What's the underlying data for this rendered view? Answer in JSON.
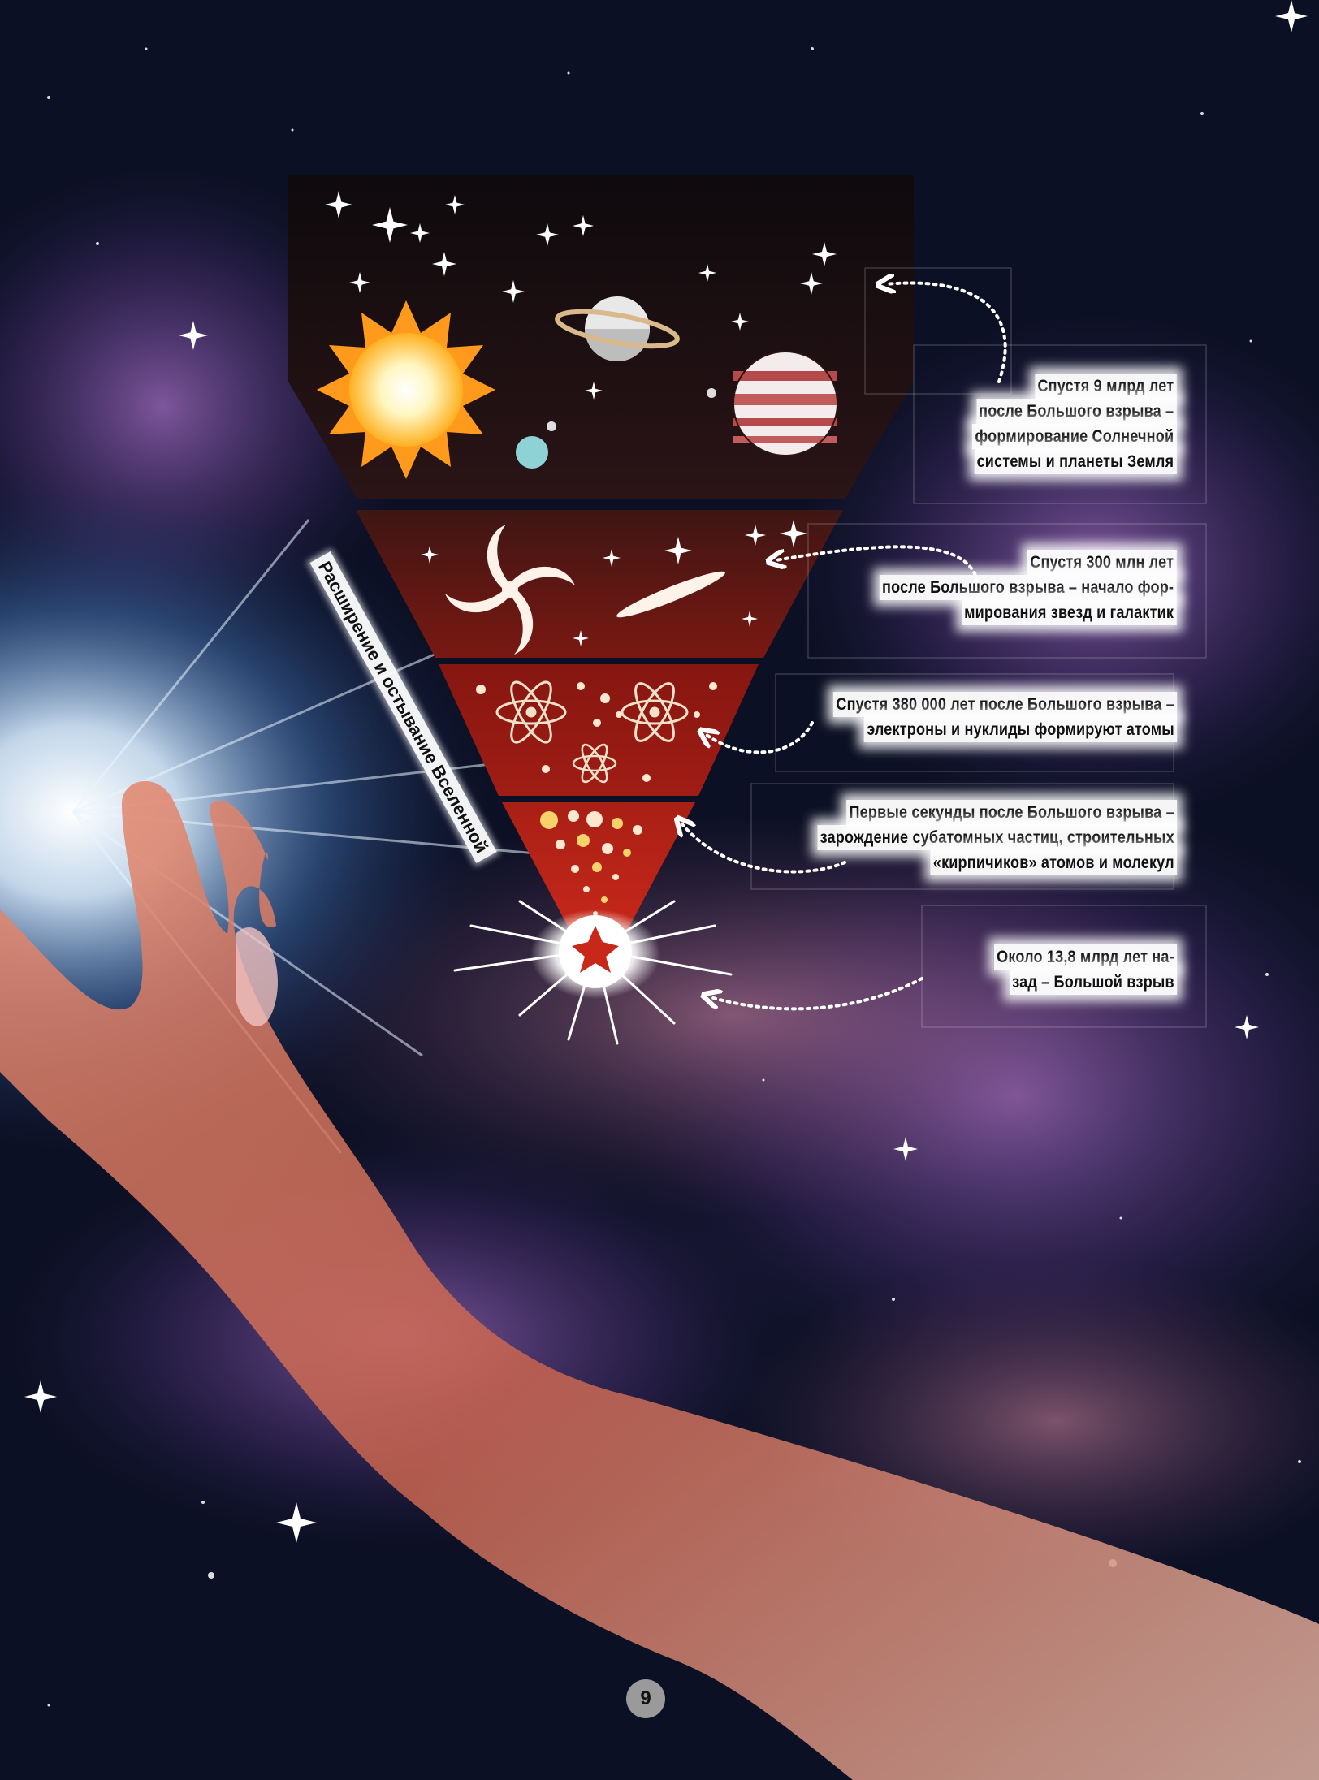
{
  "diagram": {
    "vertical_label": "Расширение и остывание Вселенной",
    "stages": [
      {
        "id": "solar-system",
        "lines": [
          "Спустя 9 млрд лет",
          "после Большого взрыва –",
          "формирование Солнечной",
          "системы и планеты Земля"
        ]
      },
      {
        "id": "stars-galaxies",
        "lines": [
          "Спустя 300 млн лет",
          "после Большого взрыва – начало фор-",
          "мирования звезд и галактик"
        ]
      },
      {
        "id": "atoms",
        "lines": [
          "Спустя 380 000 лет после Большого взрыва –",
          "электроны и нуклиды формируют атомы"
        ]
      },
      {
        "id": "particles",
        "lines": [
          "Первые секунды после Большого взрыва –",
          "зарождение субатомных частиц, строительных",
          "«кирпичиков» атомов и молекул"
        ]
      },
      {
        "id": "big-bang",
        "lines": [
          "Около 13,8 млрд лет на-",
          "зад – Большой взрыв"
        ]
      }
    ]
  },
  "page_number": "9",
  "colors": {
    "space_dark": "#0b0f22",
    "nebula_purple": "#7a4c9c",
    "glow_blue": "#cfe6ff",
    "funnel_top": "#120b0e",
    "funnel_red": "#8a1410",
    "funnel_red_light": "#b7231a",
    "sun": "#ffcf3a",
    "skin": "#d9735e",
    "caption_bg": "#ffffff"
  }
}
